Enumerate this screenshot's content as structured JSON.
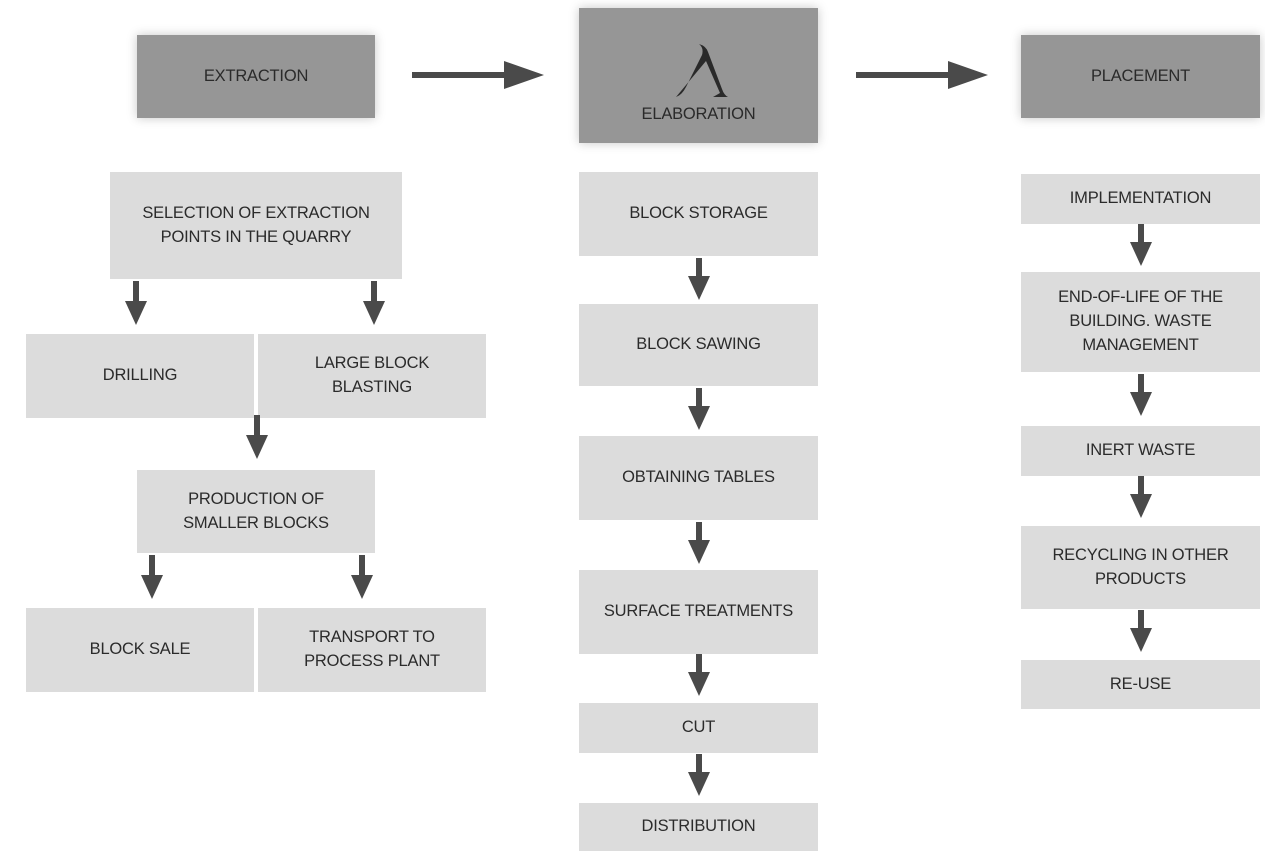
{
  "stages": {
    "extraction": "EXTRACTION",
    "elaboration": "ELABORATION",
    "placement": "PLACEMENT"
  },
  "extraction": {
    "selection": "SELECTION OF EXTRACTION POINTS IN THE QUARRY",
    "drilling": "DRILLING",
    "large_block_blasting": "LARGE BLOCK BLASTING",
    "production_smaller_blocks": "PRODUCTION OF SMALLER BLOCKS",
    "block_sale": "BLOCK SALE",
    "transport": "TRANSPORT TO PROCESS PLANT"
  },
  "elaboration": {
    "steps": [
      "BLOCK STORAGE",
      "BLOCK SAWING",
      "OBTAINING TABLES",
      "SURFACE TREATMENTS",
      "CUT",
      "DISTRIBUTION"
    ]
  },
  "placement": {
    "steps": [
      "IMPLEMENTATION",
      "END-OF-LIFE OF THE BUILDING. WASTE MANAGEMENT",
      "INERT WASTE",
      "RECYCLING IN OTHER PRODUCTS",
      "RE-USE"
    ]
  },
  "logo_icon": "stylized-lambda-logo-icon",
  "colors": {
    "stage_box": "#969696",
    "step_box": "#dcdcdc",
    "arrow": "#4a4a4a",
    "text": "#2b2b2b"
  }
}
